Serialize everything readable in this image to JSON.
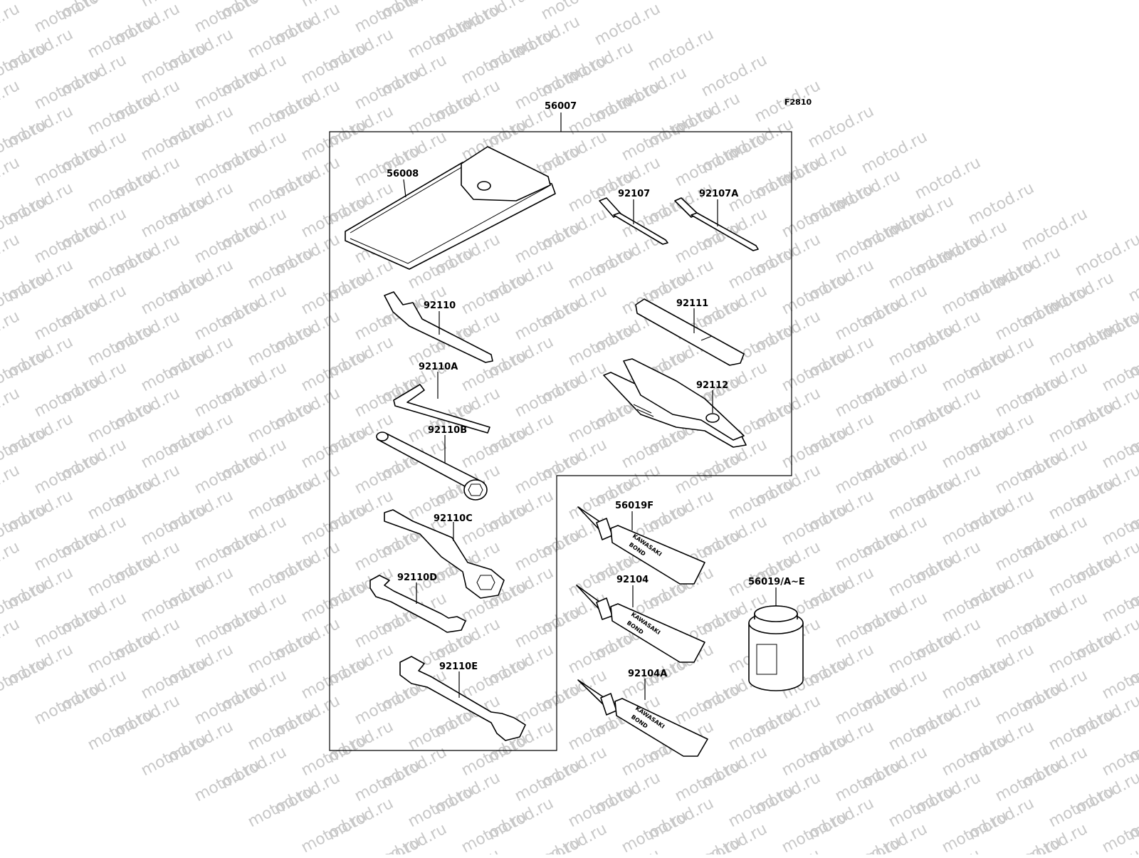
{
  "diagram": {
    "figure_code": "F2810",
    "watermark": "motod.ru",
    "parts": [
      {
        "id": "kit",
        "label": "56007"
      },
      {
        "id": "pouch",
        "label": "56008"
      },
      {
        "id": "screwdriver",
        "label": "92107"
      },
      {
        "id": "screwdriver-a",
        "label": "92107A"
      },
      {
        "id": "spanner-hook",
        "label": "92110"
      },
      {
        "id": "screwdriver-handle",
        "label": "92111"
      },
      {
        "id": "hex-key",
        "label": "92110A"
      },
      {
        "id": "pliers",
        "label": "92112"
      },
      {
        "id": "plug-wrench",
        "label": "92110B"
      },
      {
        "id": "box-wrench",
        "label": "92110C"
      },
      {
        "id": "open-wrench-d",
        "label": "92110D"
      },
      {
        "id": "open-wrench-e",
        "label": "92110E"
      },
      {
        "id": "bond-tube-f",
        "label": "56019F"
      },
      {
        "id": "bond-tube",
        "label": "92104"
      },
      {
        "id": "bond-tube-a",
        "label": "92104A"
      },
      {
        "id": "bond-can",
        "label": "56019/A~E"
      }
    ],
    "tube_print_1": "KAWASAKI",
    "tube_print_2": "BOND"
  }
}
